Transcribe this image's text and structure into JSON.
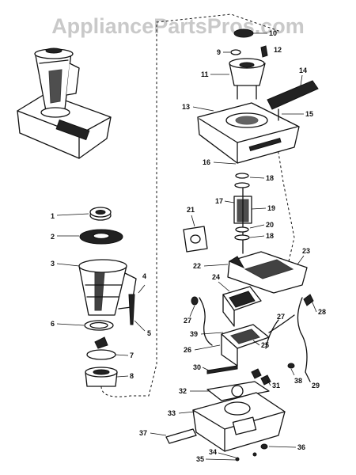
{
  "watermark": "AppliancePartsPros.com",
  "part_numbers": [
    "1",
    "2",
    "3",
    "4",
    "5",
    "6",
    "7",
    "8",
    "9",
    "10",
    "11",
    "12",
    "13",
    "14",
    "15",
    "16",
    "17",
    "18",
    "19",
    "20",
    "18",
    "21",
    "22",
    "23",
    "24",
    "25",
    "26",
    "27",
    "27",
    "28",
    "29",
    "30",
    "31",
    "31",
    "32",
    "33",
    "34",
    "35",
    "36",
    "37",
    "38",
    "39"
  ]
}
